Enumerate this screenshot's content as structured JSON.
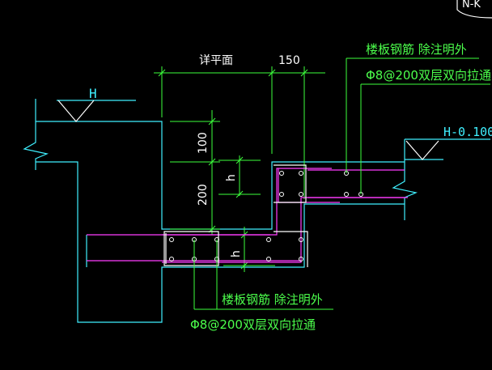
{
  "labels": {
    "corner": "N-K",
    "level_left": "H",
    "level_right": "H-0.100",
    "dim_plan": "详平面",
    "dim_150": "150",
    "dim_100": "100",
    "dim_200": "200",
    "h_upper": "h",
    "h_lower": "h",
    "note_top_1": "楼板钢筋 除注明外",
    "note_top_2": "Φ8@200双层双向拉通",
    "note_bottom_1": "楼板钢筋 除注明外",
    "note_bottom_2": "Φ8@200双层双向拉通"
  },
  "colors": {
    "background": "#000000",
    "concrete_outline": "#3ff0ff",
    "dimension": "#3cff3c",
    "rebar": "#ff3cff",
    "symbol": "#ffffff"
  }
}
